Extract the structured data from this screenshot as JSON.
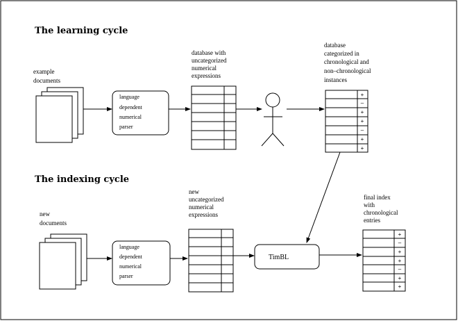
{
  "learning": {
    "title": "The learning cycle",
    "docs_label": [
      "example",
      "documents"
    ],
    "parser_label": [
      "language",
      "dependent",
      "numerical",
      "parser"
    ],
    "db_label": [
      "database with",
      "uncategorized",
      "numerical",
      "expressions"
    ],
    "cat_label": [
      "database",
      "categorized in",
      "chronological and",
      "non–chronological",
      "instances"
    ],
    "signs": [
      "+",
      "–",
      "+",
      "+",
      "–",
      "+",
      "+"
    ]
  },
  "indexing": {
    "title": "The indexing cycle",
    "docs_label": [
      "new",
      "documents"
    ],
    "parser_label": [
      "language",
      "dependent",
      "numerical",
      "parser"
    ],
    "db_label": [
      "new",
      "uncategorized",
      "numerical",
      "expressions"
    ],
    "timbl_label": "TimBL",
    "final_label": [
      "final index",
      "with",
      "chronological",
      "entries"
    ],
    "signs": [
      "+",
      "–",
      "+",
      "+",
      "–",
      "+",
      "+"
    ]
  }
}
